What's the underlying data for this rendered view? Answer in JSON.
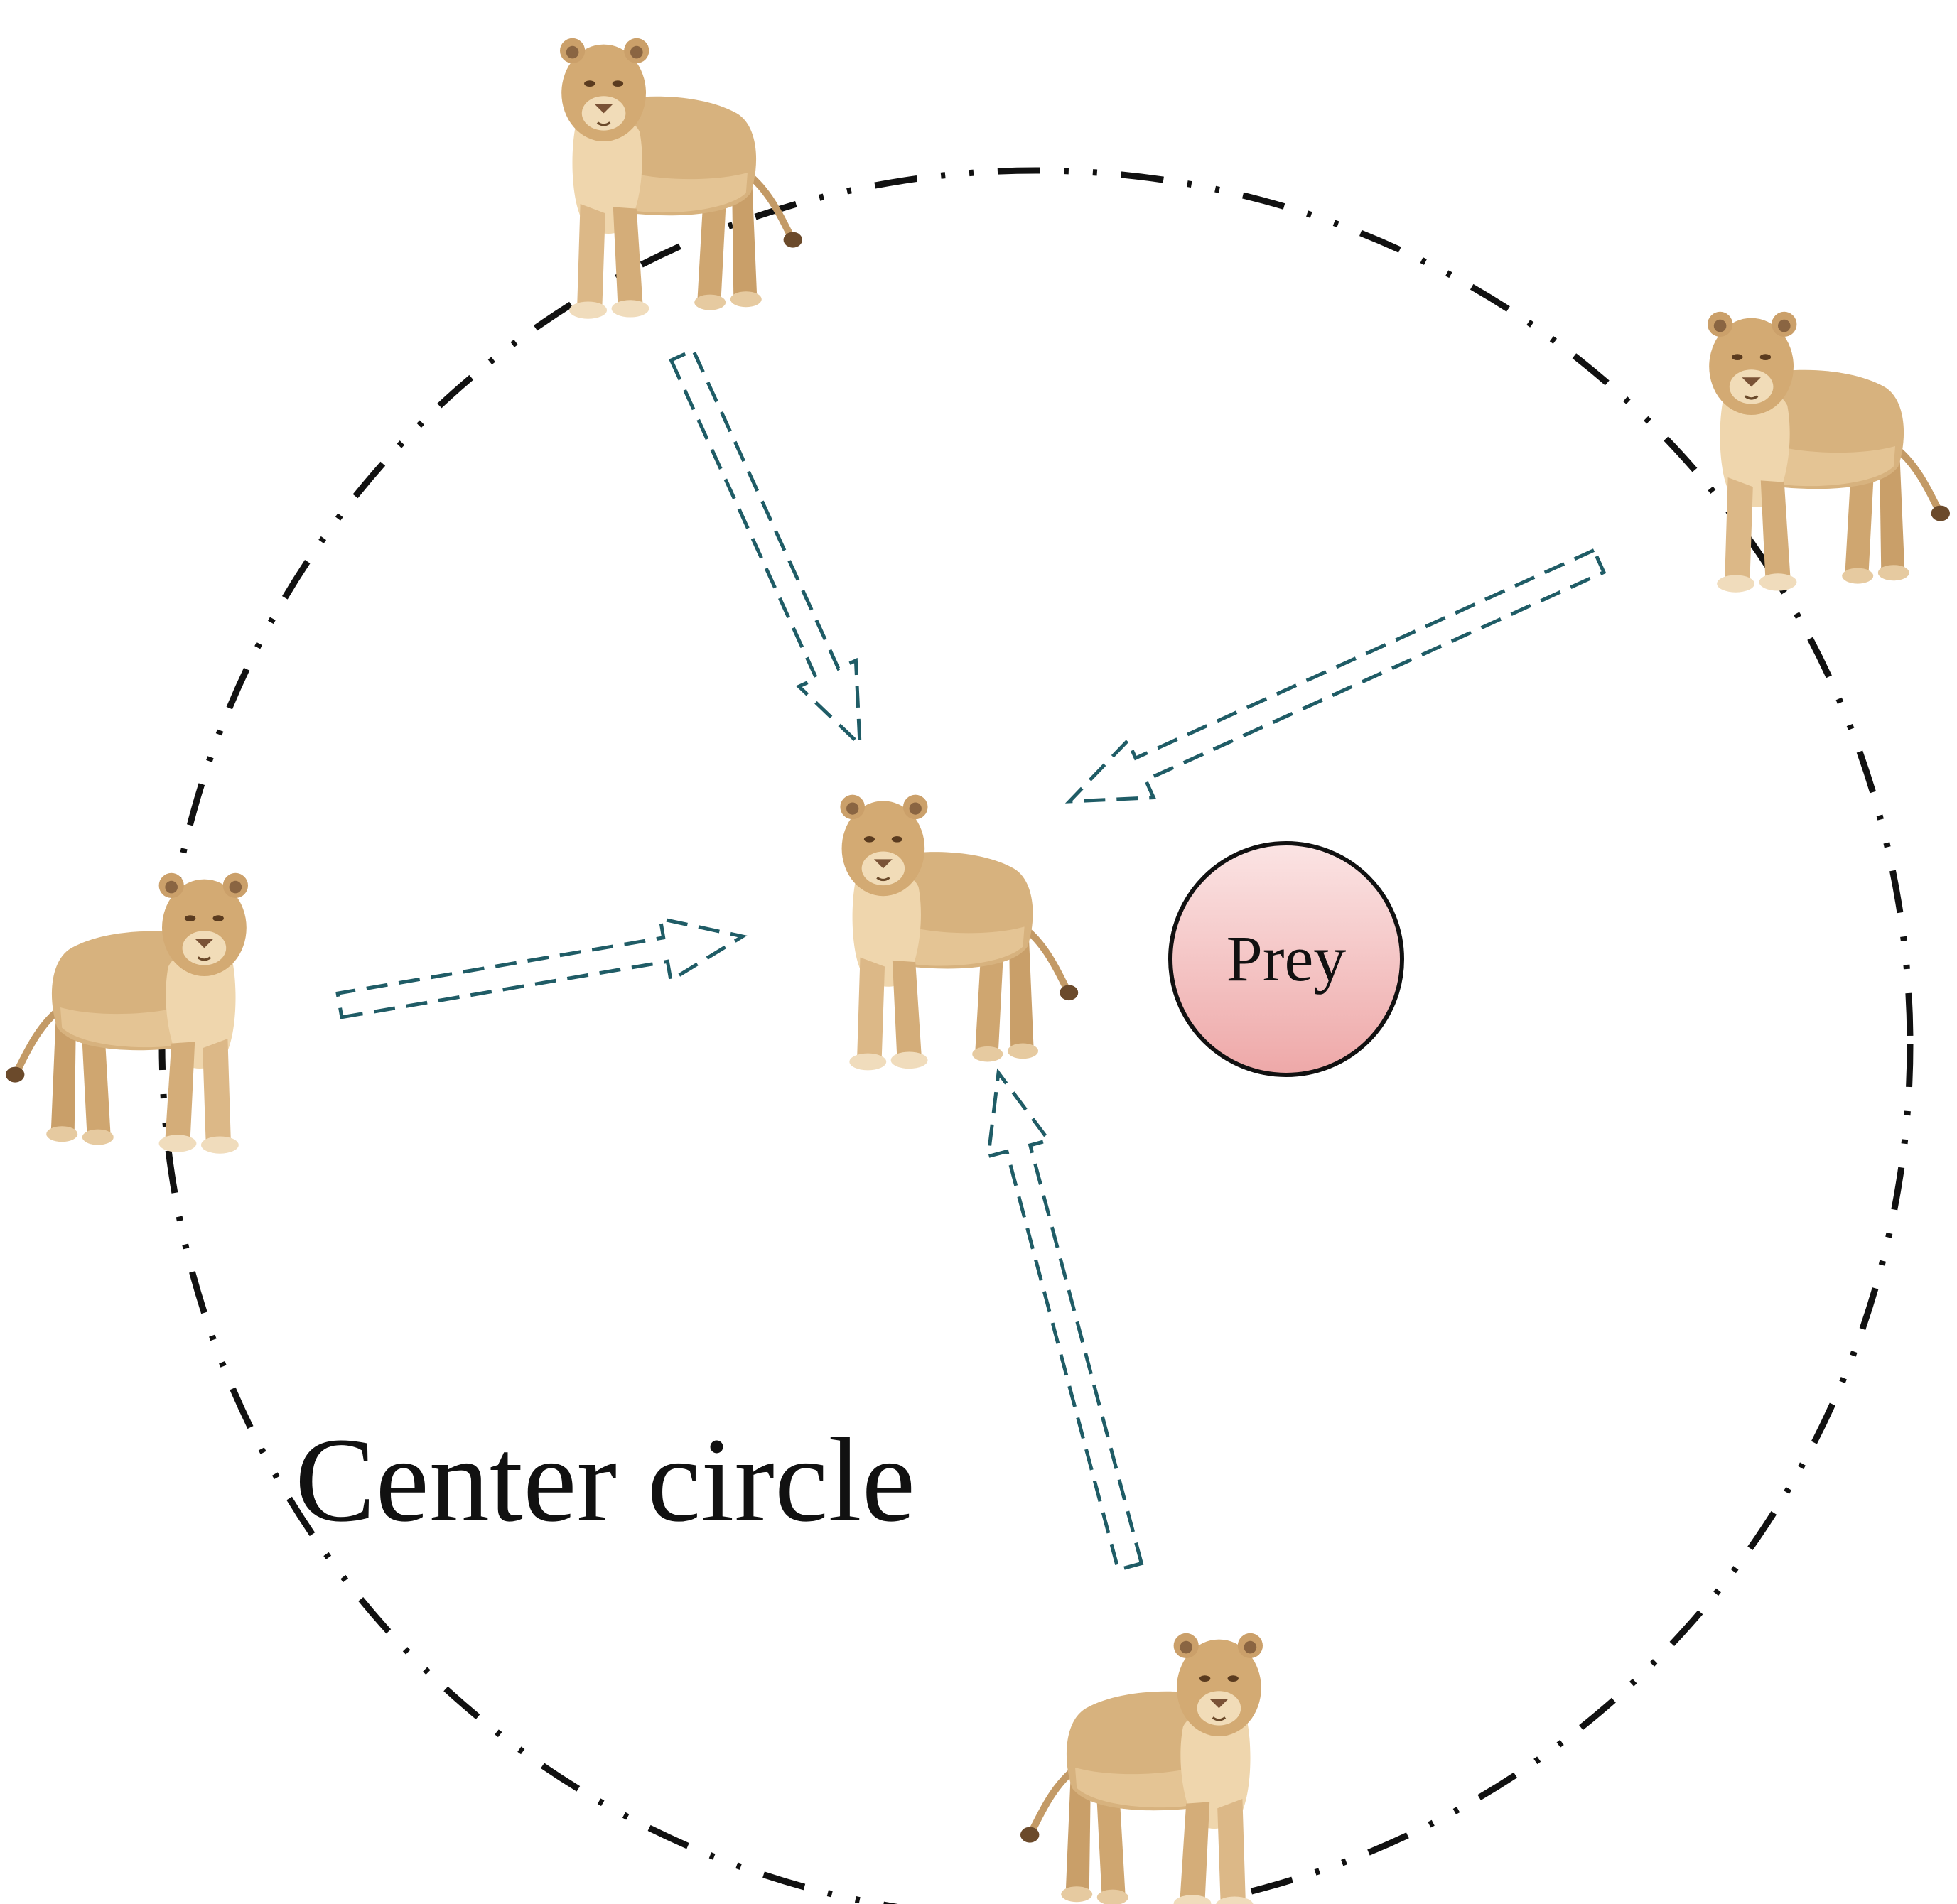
{
  "diagram": {
    "caption": "Center circle",
    "prey_label": "Prey",
    "colors": {
      "boundary": "#111111",
      "arrow": "#1f5c66",
      "prey_fill_top": "#fbe4e4",
      "prey_fill_bottom": "#eea8a8",
      "prey_stroke": "#111111",
      "lion_body": "#d7b27e",
      "lion_light": "#f1dcb8",
      "lion_dark": "#a07a4c"
    },
    "lions": [
      "lion-top",
      "lion-top-right",
      "lion-left",
      "lion-center",
      "lion-bottom"
    ],
    "arrow_targets": "center lion"
  }
}
